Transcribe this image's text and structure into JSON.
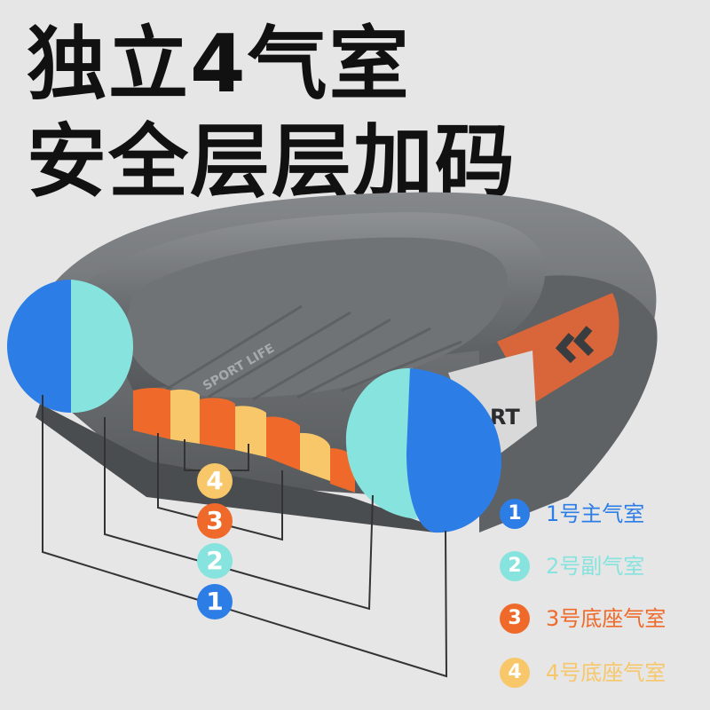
{
  "headline": {
    "line1": "独立4气室",
    "line2": "安全层层加码"
  },
  "boat": {
    "brand_text": "SPORT LIFE",
    "side_text": "RT"
  },
  "colors": {
    "chamber1": "#2c7de6",
    "chamber2": "#86e3dd",
    "chamber3": "#ef6a2a",
    "chamber4": "#f7c76a",
    "hull": "#6a6d70",
    "accent": "#d8663a"
  },
  "badges": [
    {
      "number": "4"
    },
    {
      "number": "3"
    },
    {
      "number": "2"
    },
    {
      "number": "1"
    }
  ],
  "legend": [
    {
      "number": "1",
      "label": "1号主气室",
      "color": "#2c7de6"
    },
    {
      "number": "2",
      "label": "2号副气室",
      "color": "#86e3dd"
    },
    {
      "number": "3",
      "label": "3号底座气室",
      "color": "#ef6a2a"
    },
    {
      "number": "4",
      "label": "4号底座气室",
      "color": "#f7c76a"
    }
  ]
}
